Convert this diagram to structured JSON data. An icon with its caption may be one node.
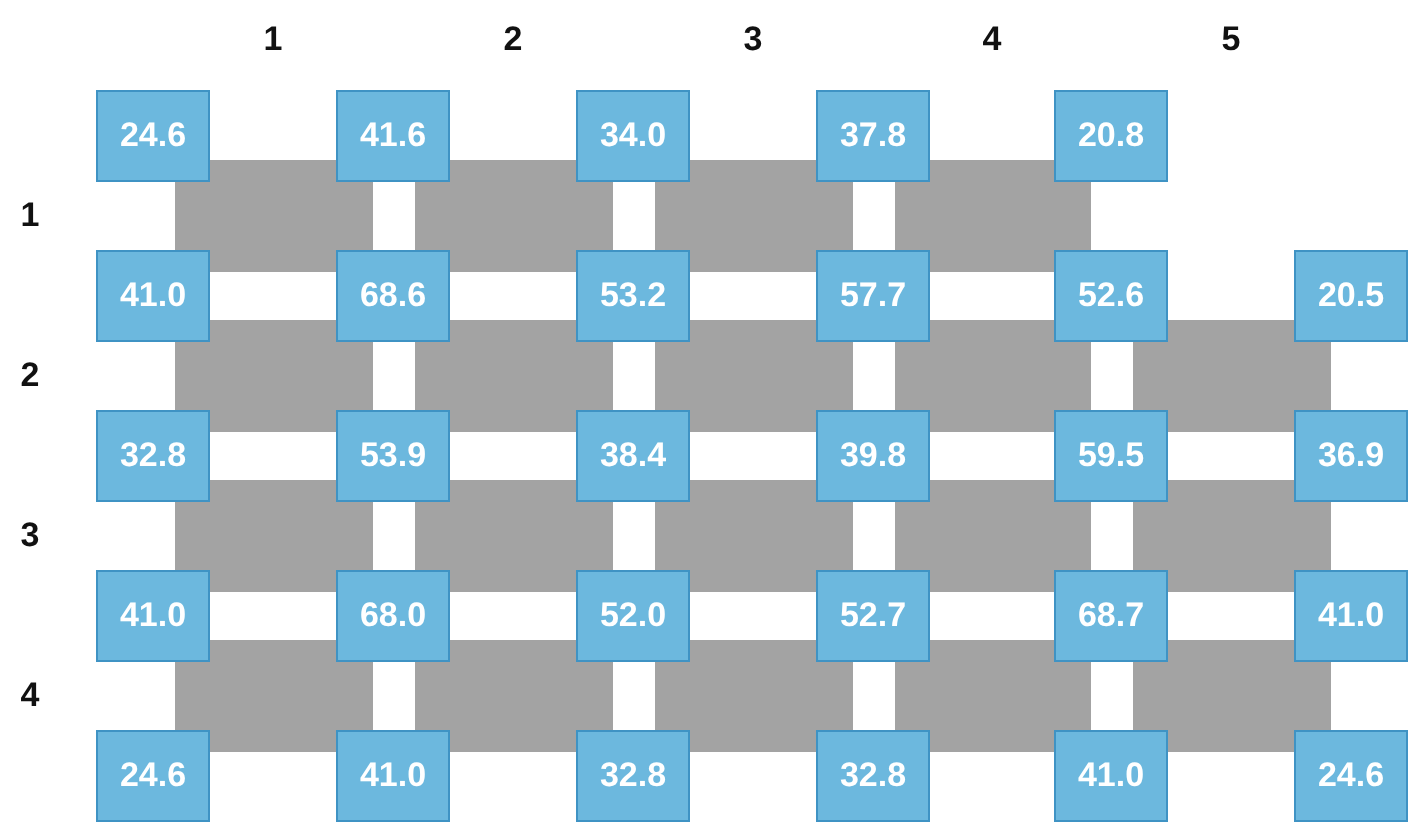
{
  "diagram": {
    "nodes": [
      {
        "text": [
          "24.6"
        ]
      },
      {
        "text": [
          "41.6"
        ]
      },
      {
        "text": [
          "34.0"
        ]
      },
      {
        "text": [
          "37.8"
        ]
      },
      {
        "text": [
          "20.8"
        ]
      },
      {
        "text": [
          "41.0"
        ]
      },
      {
        "text": [
          "68.6"
        ]
      },
      {
        "text": [
          "53.2"
        ]
      },
      {
        "text": [
          "57.7"
        ]
      },
      {
        "text": [
          "52.6"
        ]
      },
      {
        "text": [
          "20.5"
        ]
      },
      {
        "text": [
          "32.8"
        ]
      },
      {
        "text": [
          "53.9"
        ]
      },
      {
        "text": [
          "38.4"
        ]
      },
      {
        "text": [
          "39.8"
        ]
      },
      {
        "text": [
          "59.5"
        ]
      },
      {
        "text": [
          "36.9"
        ]
      },
      {
        "text": [
          "41.0"
        ]
      },
      {
        "text": [
          "68.0"
        ]
      },
      {
        "text": [
          "52.0"
        ]
      },
      {
        "text": [
          "52.7"
        ]
      },
      {
        "text": [
          "68.7"
        ]
      },
      {
        "text": [
          "41.0"
        ]
      },
      {
        "text": [
          "24.6"
        ]
      },
      {
        "text": [
          "41.0"
        ]
      },
      {
        "text": [
          "32.8"
        ]
      },
      {
        "text": [
          "32.8"
        ]
      },
      {
        "text": [
          "41.0"
        ]
      },
      {
        "text": [
          "24.6"
        ]
      }
    ],
    "edges": [],
    "labels": [
      "1",
      "2",
      "3",
      "4",
      "5",
      "1",
      "2",
      "3",
      "4"
    ]
  }
}
